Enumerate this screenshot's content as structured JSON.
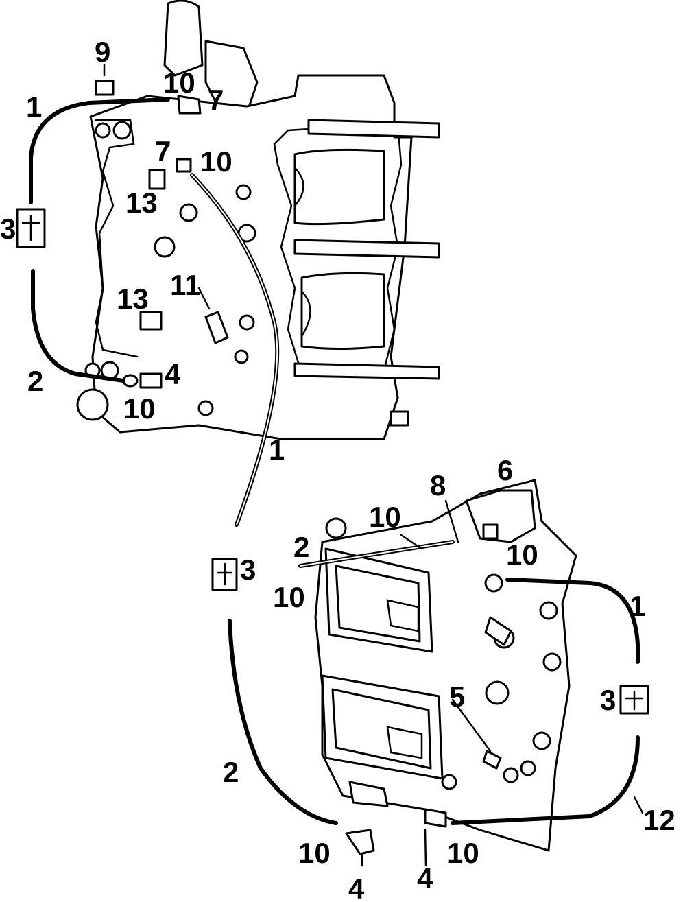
{
  "colors": {
    "ink": "#000000",
    "paper": "#ffffff"
  },
  "callouts": [
    {
      "label": "9"
    },
    {
      "label": "10"
    },
    {
      "label": "7"
    },
    {
      "label": "1"
    },
    {
      "label": "7"
    },
    {
      "label": "10"
    },
    {
      "label": "13"
    },
    {
      "label": "3"
    },
    {
      "label": "13"
    },
    {
      "label": "11"
    },
    {
      "label": "4"
    },
    {
      "label": "2"
    },
    {
      "label": "10"
    },
    {
      "label": "1"
    },
    {
      "label": "8"
    },
    {
      "label": "6"
    },
    {
      "label": "10"
    },
    {
      "label": "2"
    },
    {
      "label": "10"
    },
    {
      "label": "3"
    },
    {
      "label": "10"
    },
    {
      "label": "1"
    },
    {
      "label": "3"
    },
    {
      "label": "5"
    },
    {
      "label": "2"
    },
    {
      "label": "12"
    },
    {
      "label": "10"
    },
    {
      "label": "10"
    },
    {
      "label": "4"
    },
    {
      "label": "4"
    }
  ]
}
